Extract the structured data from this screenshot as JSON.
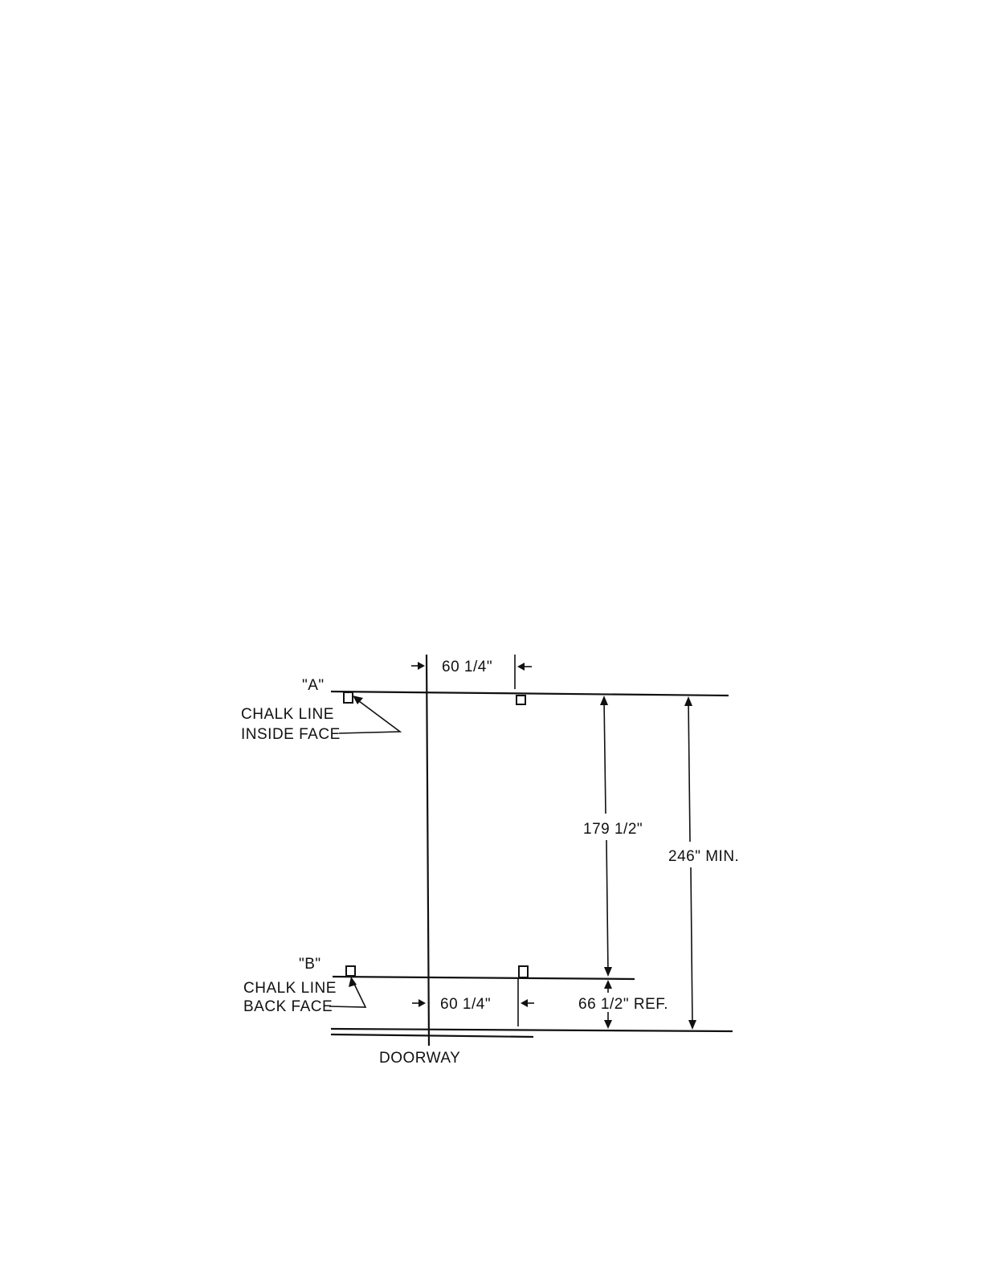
{
  "labels": {
    "point_a": "\"A\"",
    "point_b": "\"B\"",
    "chalk_line_top_1": "CHALK LINE",
    "chalk_line_top_2": "INSIDE FACE",
    "chalk_line_bottom_1": "CHALK LINE",
    "chalk_line_bottom_2": "BACK FACE",
    "dim_top_width": "60 1/4\"",
    "dim_bottom_width": "60 1/4\"",
    "dim_span": "179 1/2\"",
    "dim_total": "246\" MIN.",
    "dim_ref": "66 1/2\" REF.",
    "doorway": "DOORWAY"
  }
}
